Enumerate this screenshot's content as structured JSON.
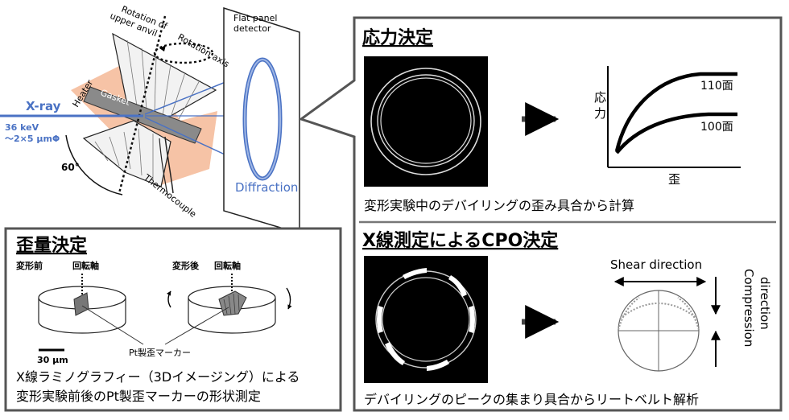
{
  "apparatus": {
    "flat_panel_detector": "Flat panel\ndetector",
    "rotation_upper_anvil": "Rotation of\nupper anvil",
    "rotation_axis": "Rotation axis",
    "heater": "Heater",
    "xray": "X-ray",
    "beam_energy": "36 keV",
    "beam_size": "～2×5 μmΦ",
    "gasket": "Gasket",
    "thermocouple": "Thermocouple",
    "diffraction": "Diffraction",
    "angle": "60°"
  },
  "stress": {
    "title": "応力決定",
    "ylabel": "応力",
    "xlabel": "歪",
    "curve_upper": "110面",
    "curve_lower": "100面",
    "caption": "変形実験中のデバイリングの歪み具合から計算"
  },
  "cpo": {
    "title": "X線測定によるCPO決定",
    "shear": "Shear direction",
    "compression": "Compression\ndirection",
    "caption": "デバイリングのピークの集まり具合からリートベルト解析"
  },
  "strain": {
    "title": "歪量決定",
    "before": "変形前",
    "after": "変形後",
    "axis1": "回転軸",
    "axis2": "回転軸",
    "marker": "Pt製歪マーカー",
    "scale": "30 μm",
    "caption_line1": "X線ラミノグラフィー（3Dイメージング）による",
    "caption_line2": "変形実験前後のPt製歪マーカーの形状測定"
  },
  "colors": {
    "beam": "#4a72c4",
    "heater": "#f6c3a6",
    "frame": "#555555"
  }
}
